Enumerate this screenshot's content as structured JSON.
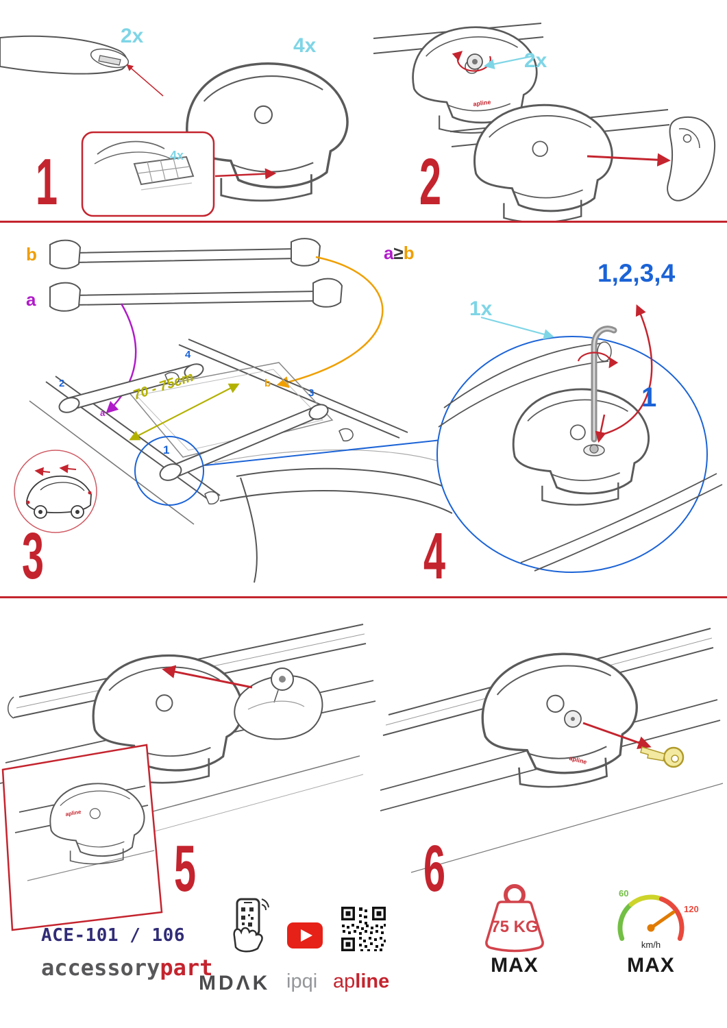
{
  "page": {
    "step1": {
      "number": "1",
      "bar_qty": "2x",
      "foot_qty": "4x",
      "pad_qty": "4x"
    },
    "step2": {
      "number": "2",
      "key_qty": "2x"
    },
    "step3": {
      "number": "3",
      "bar_b_label": "b",
      "bar_a_label": "a",
      "pos2": "2",
      "pos4": "4",
      "posb": "b",
      "pos3": "3",
      "posa": "a",
      "pos1": "1",
      "distance": "70 - 75cm"
    },
    "step4": {
      "number": "4",
      "cond_a": "a",
      "cond_op": "≥",
      "cond_b": "b",
      "order": "1,2,3,4",
      "tool_qty": "1x",
      "first": "1"
    },
    "step5": {
      "number": "5"
    },
    "step6": {
      "number": "6"
    },
    "foot_logo": "apline",
    "footer": {
      "model": "ACE-101 / 106",
      "brand1_gray": "accessory",
      "brand1_red": "part",
      "brand_mdak": "MDΛK",
      "brand_ipqi": "ipqi",
      "brand_ap": "ap",
      "brand_line": "line",
      "weight": "75 KG",
      "weight_max": "MAX",
      "speed_low": "60",
      "speed_high": "120",
      "speed_unit": "km/h",
      "speed_max": "MAX"
    }
  },
  "colors": {
    "accent_red": "#c4242e",
    "cyan": "#7ed5e6",
    "blue": "#1b63d6",
    "orange": "#ef9f00",
    "purple": "#b01bc9",
    "olive": "#b3b100",
    "navy": "#312c77",
    "brand_gray": "#58585a"
  }
}
